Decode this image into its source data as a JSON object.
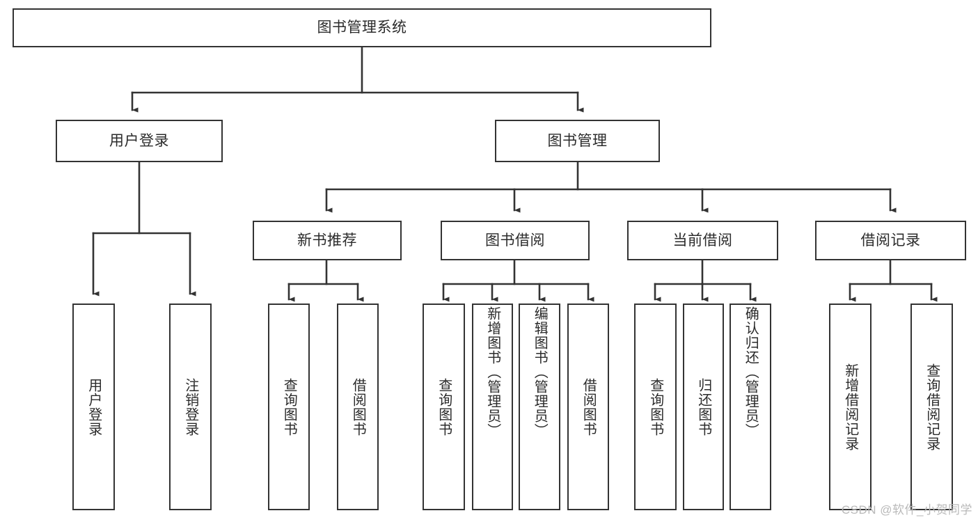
{
  "diagram": {
    "title_node": {
      "label": "图书管理系统"
    },
    "level2": [
      {
        "id": "user-login",
        "label": "用户登录"
      },
      {
        "id": "book-management",
        "label": "图书管理"
      }
    ],
    "level3": [
      {
        "id": "new-book-recommend",
        "label": "新书推荐"
      },
      {
        "id": "book-borrow",
        "label": "图书借阅"
      },
      {
        "id": "current-borrow",
        "label": "当前借阅"
      },
      {
        "id": "borrow-record",
        "label": "借阅记录"
      }
    ],
    "leaves": {
      "user_login": [
        {
          "id": "leaf-user-login",
          "label": "用户登录"
        },
        {
          "id": "leaf-logout-login",
          "label": "注销登录"
        }
      ],
      "new_book_recommend": [
        {
          "id": "leaf-query-book-1",
          "label": "查询图书"
        },
        {
          "id": "leaf-borrow-book-1",
          "label": "借阅图书"
        }
      ],
      "book_borrow": [
        {
          "id": "leaf-query-book-2",
          "label": "查询图书"
        },
        {
          "id": "leaf-add-book",
          "label": "新增图书（管理员）"
        },
        {
          "id": "leaf-edit-book",
          "label": "编辑图书（管理员）"
        },
        {
          "id": "leaf-borrow-book-2",
          "label": "借阅图书"
        }
      ],
      "current_borrow": [
        {
          "id": "leaf-query-book-3",
          "label": "查询图书"
        },
        {
          "id": "leaf-return-book",
          "label": "归还图书"
        },
        {
          "id": "leaf-confirm-return",
          "label": "确认归还（管理员）"
        }
      ],
      "borrow_record": [
        {
          "id": "leaf-add-record",
          "label": "新增借阅记录"
        },
        {
          "id": "leaf-query-record",
          "label": "查询借阅记录"
        }
      ]
    }
  },
  "watermark": {
    "text": "CSDN @软件_小贺同学"
  },
  "colors": {
    "box_border": "#333333",
    "box_fill": "#ffffff",
    "connector": "#333333",
    "text": "#2b2b2b",
    "watermark": "#b9b9b9",
    "background": "#ffffff"
  }
}
